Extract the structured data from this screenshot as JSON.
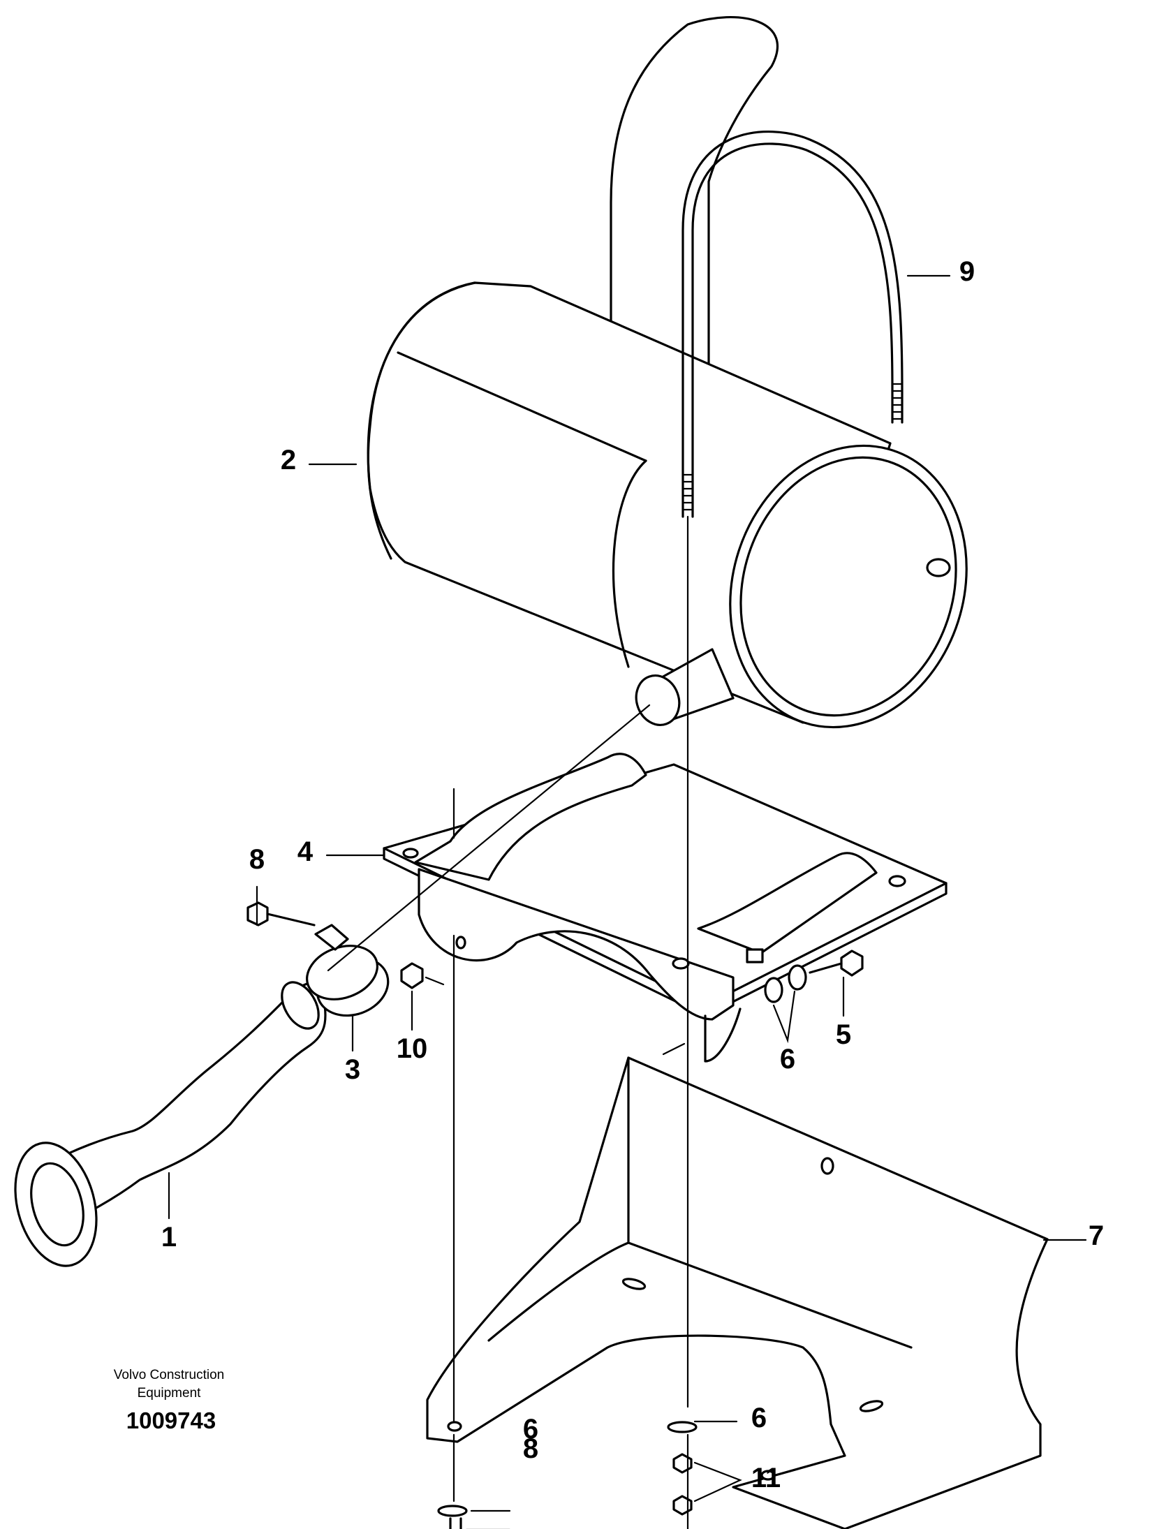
{
  "callouts": {
    "c1": "1",
    "c2": "2",
    "c3": "3",
    "c4": "4",
    "c5": "5",
    "c6a": "6",
    "c6b": "6",
    "c6c": "6",
    "c7": "7",
    "c8a": "8",
    "c8b": "8",
    "c9": "9",
    "c10": "10",
    "c11": "11"
  },
  "footer": {
    "company_line1": "Volvo Construction",
    "company_line2": "Equipment",
    "drawing_number": "1009743"
  }
}
